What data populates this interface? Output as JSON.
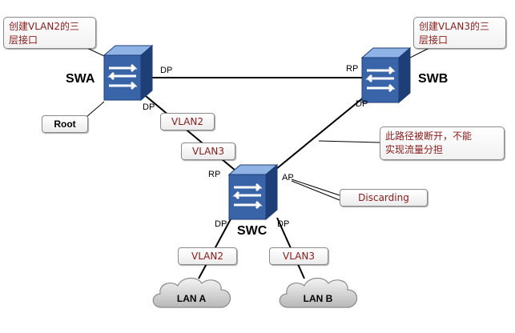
{
  "switches": {
    "swa": {
      "name": "SWA"
    },
    "swb": {
      "name": "SWB"
    },
    "swc": {
      "name": "SWC"
    }
  },
  "ports": {
    "swa_right": "DP",
    "swa_down": "DP",
    "swb_left": "RP",
    "swb_down": "DP",
    "swc_left": "RP",
    "swc_right": "AP",
    "swc_down_left": "DP",
    "swc_down_right": "DP"
  },
  "tags": {
    "root": "Root",
    "swa_vlan": "VLAN2",
    "swc_uplink_vlan": "VLAN3",
    "discarding": "Discarding",
    "lan_a_vlan": "VLAN2",
    "lan_b_vlan": "VLAN3"
  },
  "notes": {
    "swa": [
      "创建VLAN2的三",
      "层接口"
    ],
    "swb": [
      "创建VLAN3的三",
      "层接口"
    ],
    "path": [
      "此路径被断开，不能",
      "实现流量分担"
    ]
  },
  "lans": {
    "a": "LAN A",
    "b": "LAN B"
  },
  "colors": {
    "switch_face": "#3a64a8",
    "switch_top": "#8fb3e4",
    "switch_side": "#1e3e78",
    "annotation_text": "#8b1a1a",
    "link": "#000000"
  }
}
